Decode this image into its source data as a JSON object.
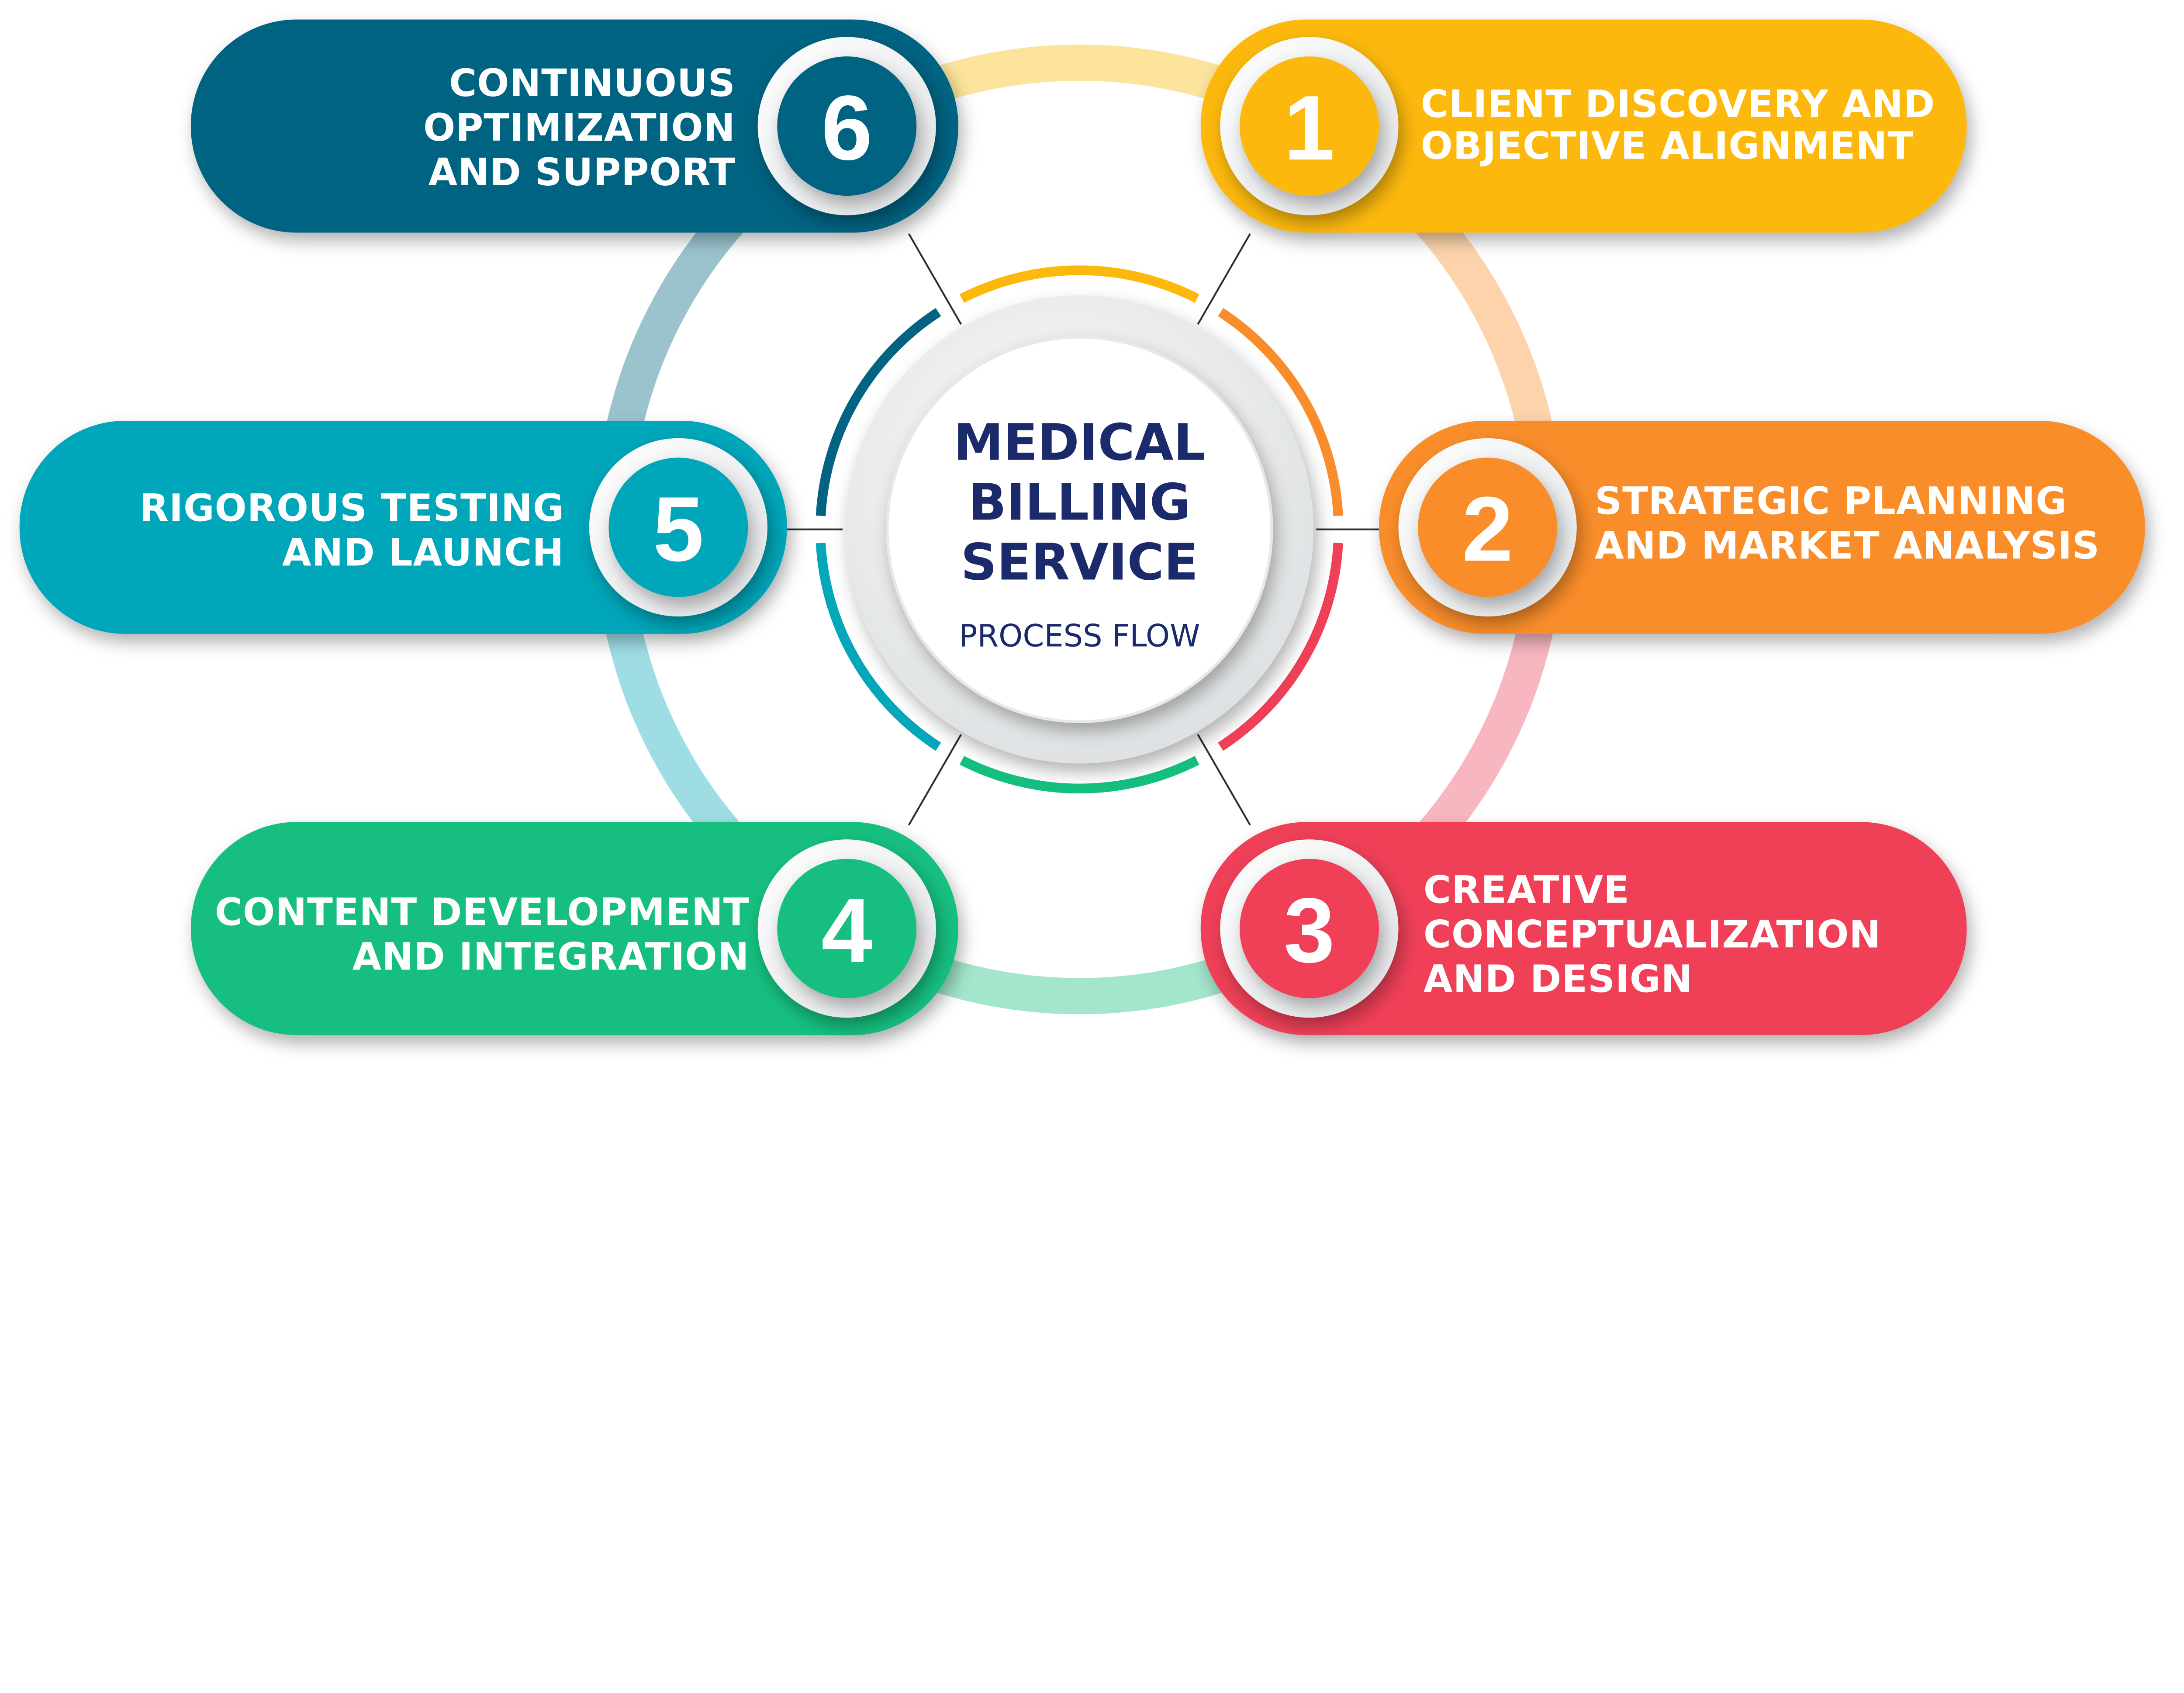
{
  "center": {
    "title_lines": [
      "MEDICAL",
      "BILLING",
      "SERVICE"
    ],
    "subtitle": "PROCESS FLOW",
    "text_color": "#1b2a6b"
  },
  "steps": [
    {
      "number": "1",
      "lines": [
        "CLIENT DISCOVERY AND",
        "OBJECTIVE ALIGNMENT"
      ],
      "color": "#fcb80c",
      "light": "#fde49c"
    },
    {
      "number": "2",
      "lines": [
        "STRATEGIC PLANNING",
        "AND MARKET ANALYSIS"
      ],
      "color": "#f98d2b",
      "light": "#fdd3ab"
    },
    {
      "number": "3",
      "lines": [
        "CREATIVE",
        "CONCEPTUALIZATION",
        "AND DESIGN"
      ],
      "color": "#ef4058",
      "light": "#f8b7c0"
    },
    {
      "number": "4",
      "lines": [
        "CONTENT DEVELOPMENT",
        "AND INTEGRATION"
      ],
      "color": "#13bf7f",
      "light": "#a3e6cc"
    },
    {
      "number": "5",
      "lines": [
        "RIGOROUS TESTING",
        "AND LAUNCH"
      ],
      "color": "#04a6b9",
      "light": "#9fdde5"
    },
    {
      "number": "6",
      "lines": [
        "CONTINUOUS",
        "OPTIMIZATION",
        "AND SUPPORT"
      ],
      "color": "#026482",
      "light": "#9bc3cd"
    }
  ]
}
